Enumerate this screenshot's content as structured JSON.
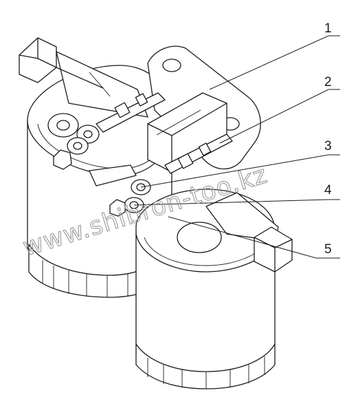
{
  "callouts": [
    {
      "label": "1"
    },
    {
      "label": "2"
    },
    {
      "label": "3"
    },
    {
      "label": "4"
    },
    {
      "label": "5"
    }
  ],
  "watermark": "www.shibron-too.kz"
}
